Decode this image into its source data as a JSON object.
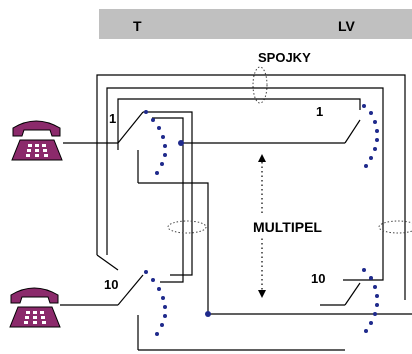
{
  "header": {
    "left_label": "T",
    "right_label": "LV",
    "band_color": "#c0c0c0"
  },
  "labels": {
    "spojky": "SPOJKY",
    "multipel": "MULTIPEL",
    "t_switch_1": "1",
    "t_switch_10": "10",
    "lv_switch_1": "1",
    "lv_switch_10": "10"
  },
  "colors": {
    "line": "#000000",
    "contact_dots": "#1f2a8c",
    "node": "#1f2a8c",
    "phone_body": "#8b2a6b",
    "phone_keys": "#ffffff"
  },
  "icons": {
    "telephone_top": "telephone-icon",
    "telephone_bottom": "telephone-icon"
  }
}
